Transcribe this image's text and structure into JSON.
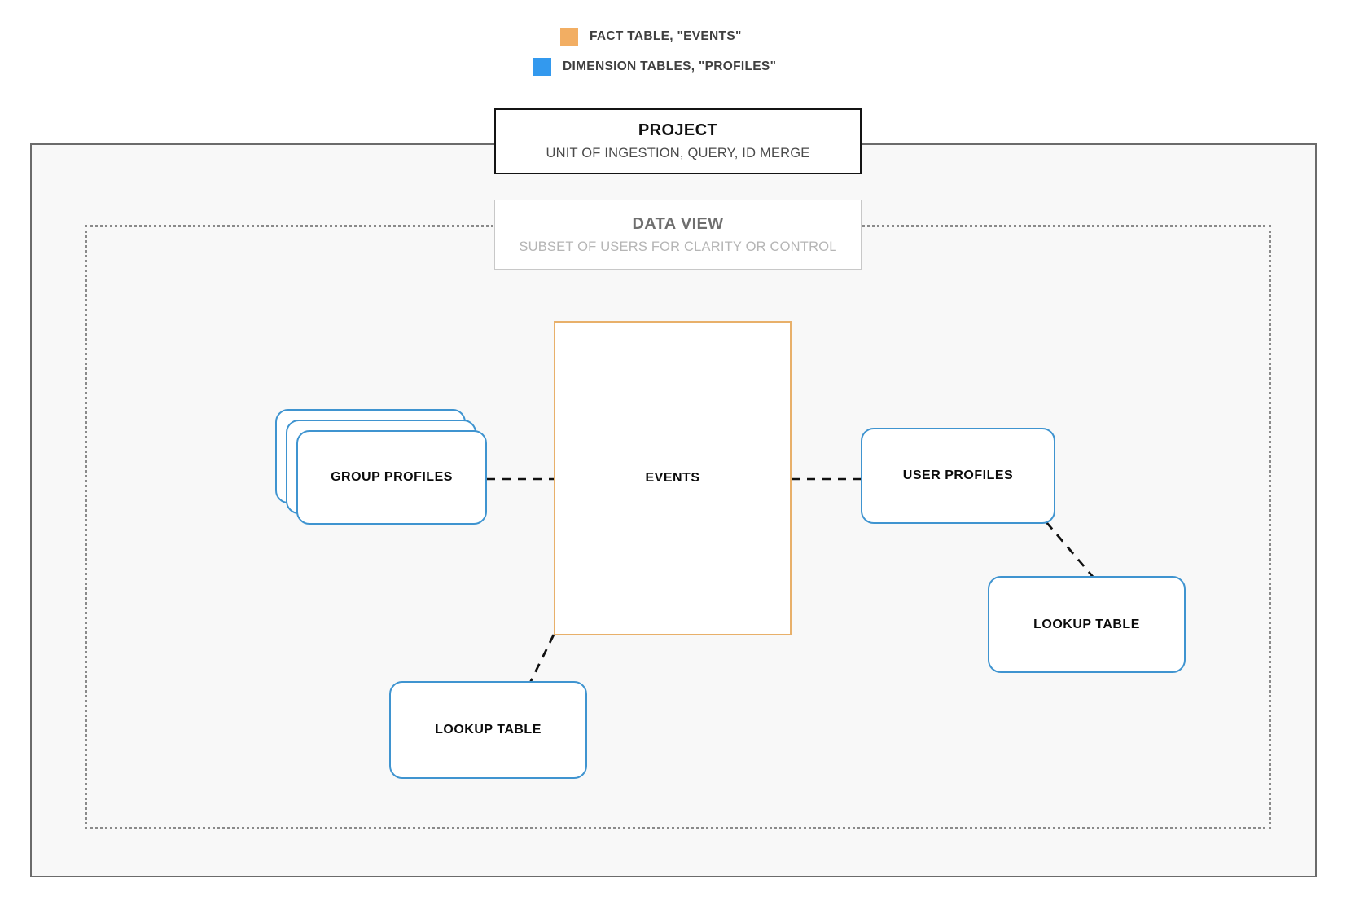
{
  "legend": {
    "items": [
      {
        "label": "FACT TABLE, \"EVENTS\"",
        "color": "#f2ae63",
        "icon": "orange-square-swatch"
      },
      {
        "label": "DIMENSION TABLES, \"PROFILES\"",
        "color": "#3399ee",
        "icon": "blue-square-swatch"
      }
    ]
  },
  "project": {
    "title": "PROJECT",
    "subtitle": "UNIT OF INGESTION, QUERY, ID MERGE",
    "border_color": "#141414"
  },
  "data_view": {
    "title": "DATA VIEW",
    "subtitle": "SUBSET OF USERS FOR CLARITY OR CONTROL",
    "border_color": "#c8c8c8"
  },
  "nodes": {
    "events": {
      "label": "EVENTS",
      "kind": "fact",
      "color": "#e8b06a"
    },
    "group_profiles": {
      "label": "GROUP PROFILES",
      "kind": "dimension",
      "color": "#3f94d0",
      "stack_count": 3
    },
    "user_profiles": {
      "label": "USER PROFILES",
      "kind": "dimension",
      "color": "#3f94d0"
    },
    "lookup_table_left": {
      "label": "LOOKUP TABLE",
      "kind": "dimension",
      "color": "#3f94d0"
    },
    "lookup_table_right": {
      "label": "LOOKUP TABLE",
      "kind": "dimension",
      "color": "#3f94d0"
    }
  },
  "connections": [
    {
      "from": "group-profiles",
      "to": "events",
      "style": "dashed"
    },
    {
      "from": "events",
      "to": "user-profiles",
      "style": "dashed"
    },
    {
      "from": "events",
      "to": "lookup-table-left",
      "style": "dashed"
    },
    {
      "from": "user-profiles",
      "to": "lookup-table-right",
      "style": "dashed"
    }
  ],
  "canvas": {
    "outer_border_color": "#6b6b6b",
    "outer_fill": "#f8f8f8",
    "inner_border_color": "#8a8a8a",
    "background": "#ffffff"
  }
}
